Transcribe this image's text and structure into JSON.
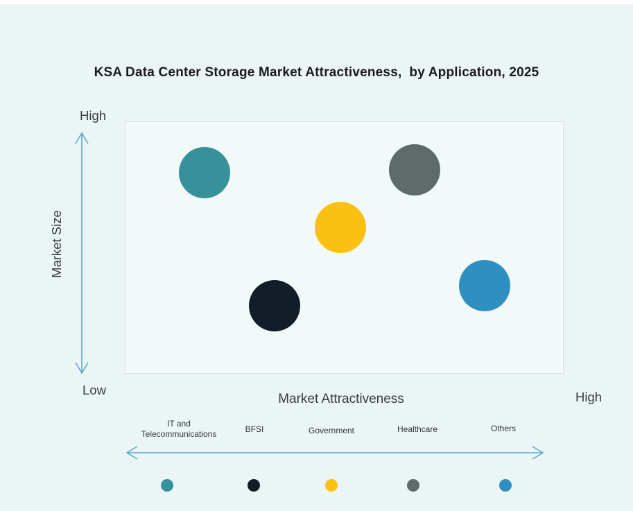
{
  "title": "KSA Data Center Storage Market Attractiveness,  by Application, 2025",
  "y_axis": {
    "label": "Market Size",
    "high": "High",
    "low": "Low"
  },
  "x_axis": {
    "label": "Market Attractiveness",
    "high": "High"
  },
  "colors": {
    "page_background": "#ebf5f5",
    "plot_background": "#f2f9f9",
    "plot_border": "#d8dedd",
    "axis_arrow": "#5aabc2",
    "title_text": "#1b1b1b",
    "label_text": "#383c3e"
  },
  "chart_data": {
    "type": "bubble",
    "title": "KSA Data Center Storage Market Attractiveness,  by Application, 2025",
    "xlabel": "Market Attractiveness",
    "ylabel": "Market Size",
    "axis_annotations": {
      "y_high": "High",
      "y_low": "Low",
      "x_high": "High"
    },
    "xlim": [
      0,
      1
    ],
    "ylim": [
      0,
      1
    ],
    "grid": false,
    "legend_position": "bottom",
    "series": [
      {
        "name": "IT and Telecommunications",
        "x": 0.18,
        "y": 0.8,
        "r": 37,
        "color": "#38909b"
      },
      {
        "name": "BFSI",
        "x": 0.34,
        "y": 0.27,
        "r": 37,
        "color": "#131d29"
      },
      {
        "name": "Government",
        "x": 0.49,
        "y": 0.58,
        "r": 37,
        "color": "#fcc013"
      },
      {
        "name": "Healthcare",
        "x": 0.66,
        "y": 0.81,
        "r": 37,
        "color": "#5f6b6a"
      },
      {
        "name": "Others",
        "x": 0.82,
        "y": 0.35,
        "r": 37,
        "color": "#2e8fc0"
      }
    ]
  }
}
